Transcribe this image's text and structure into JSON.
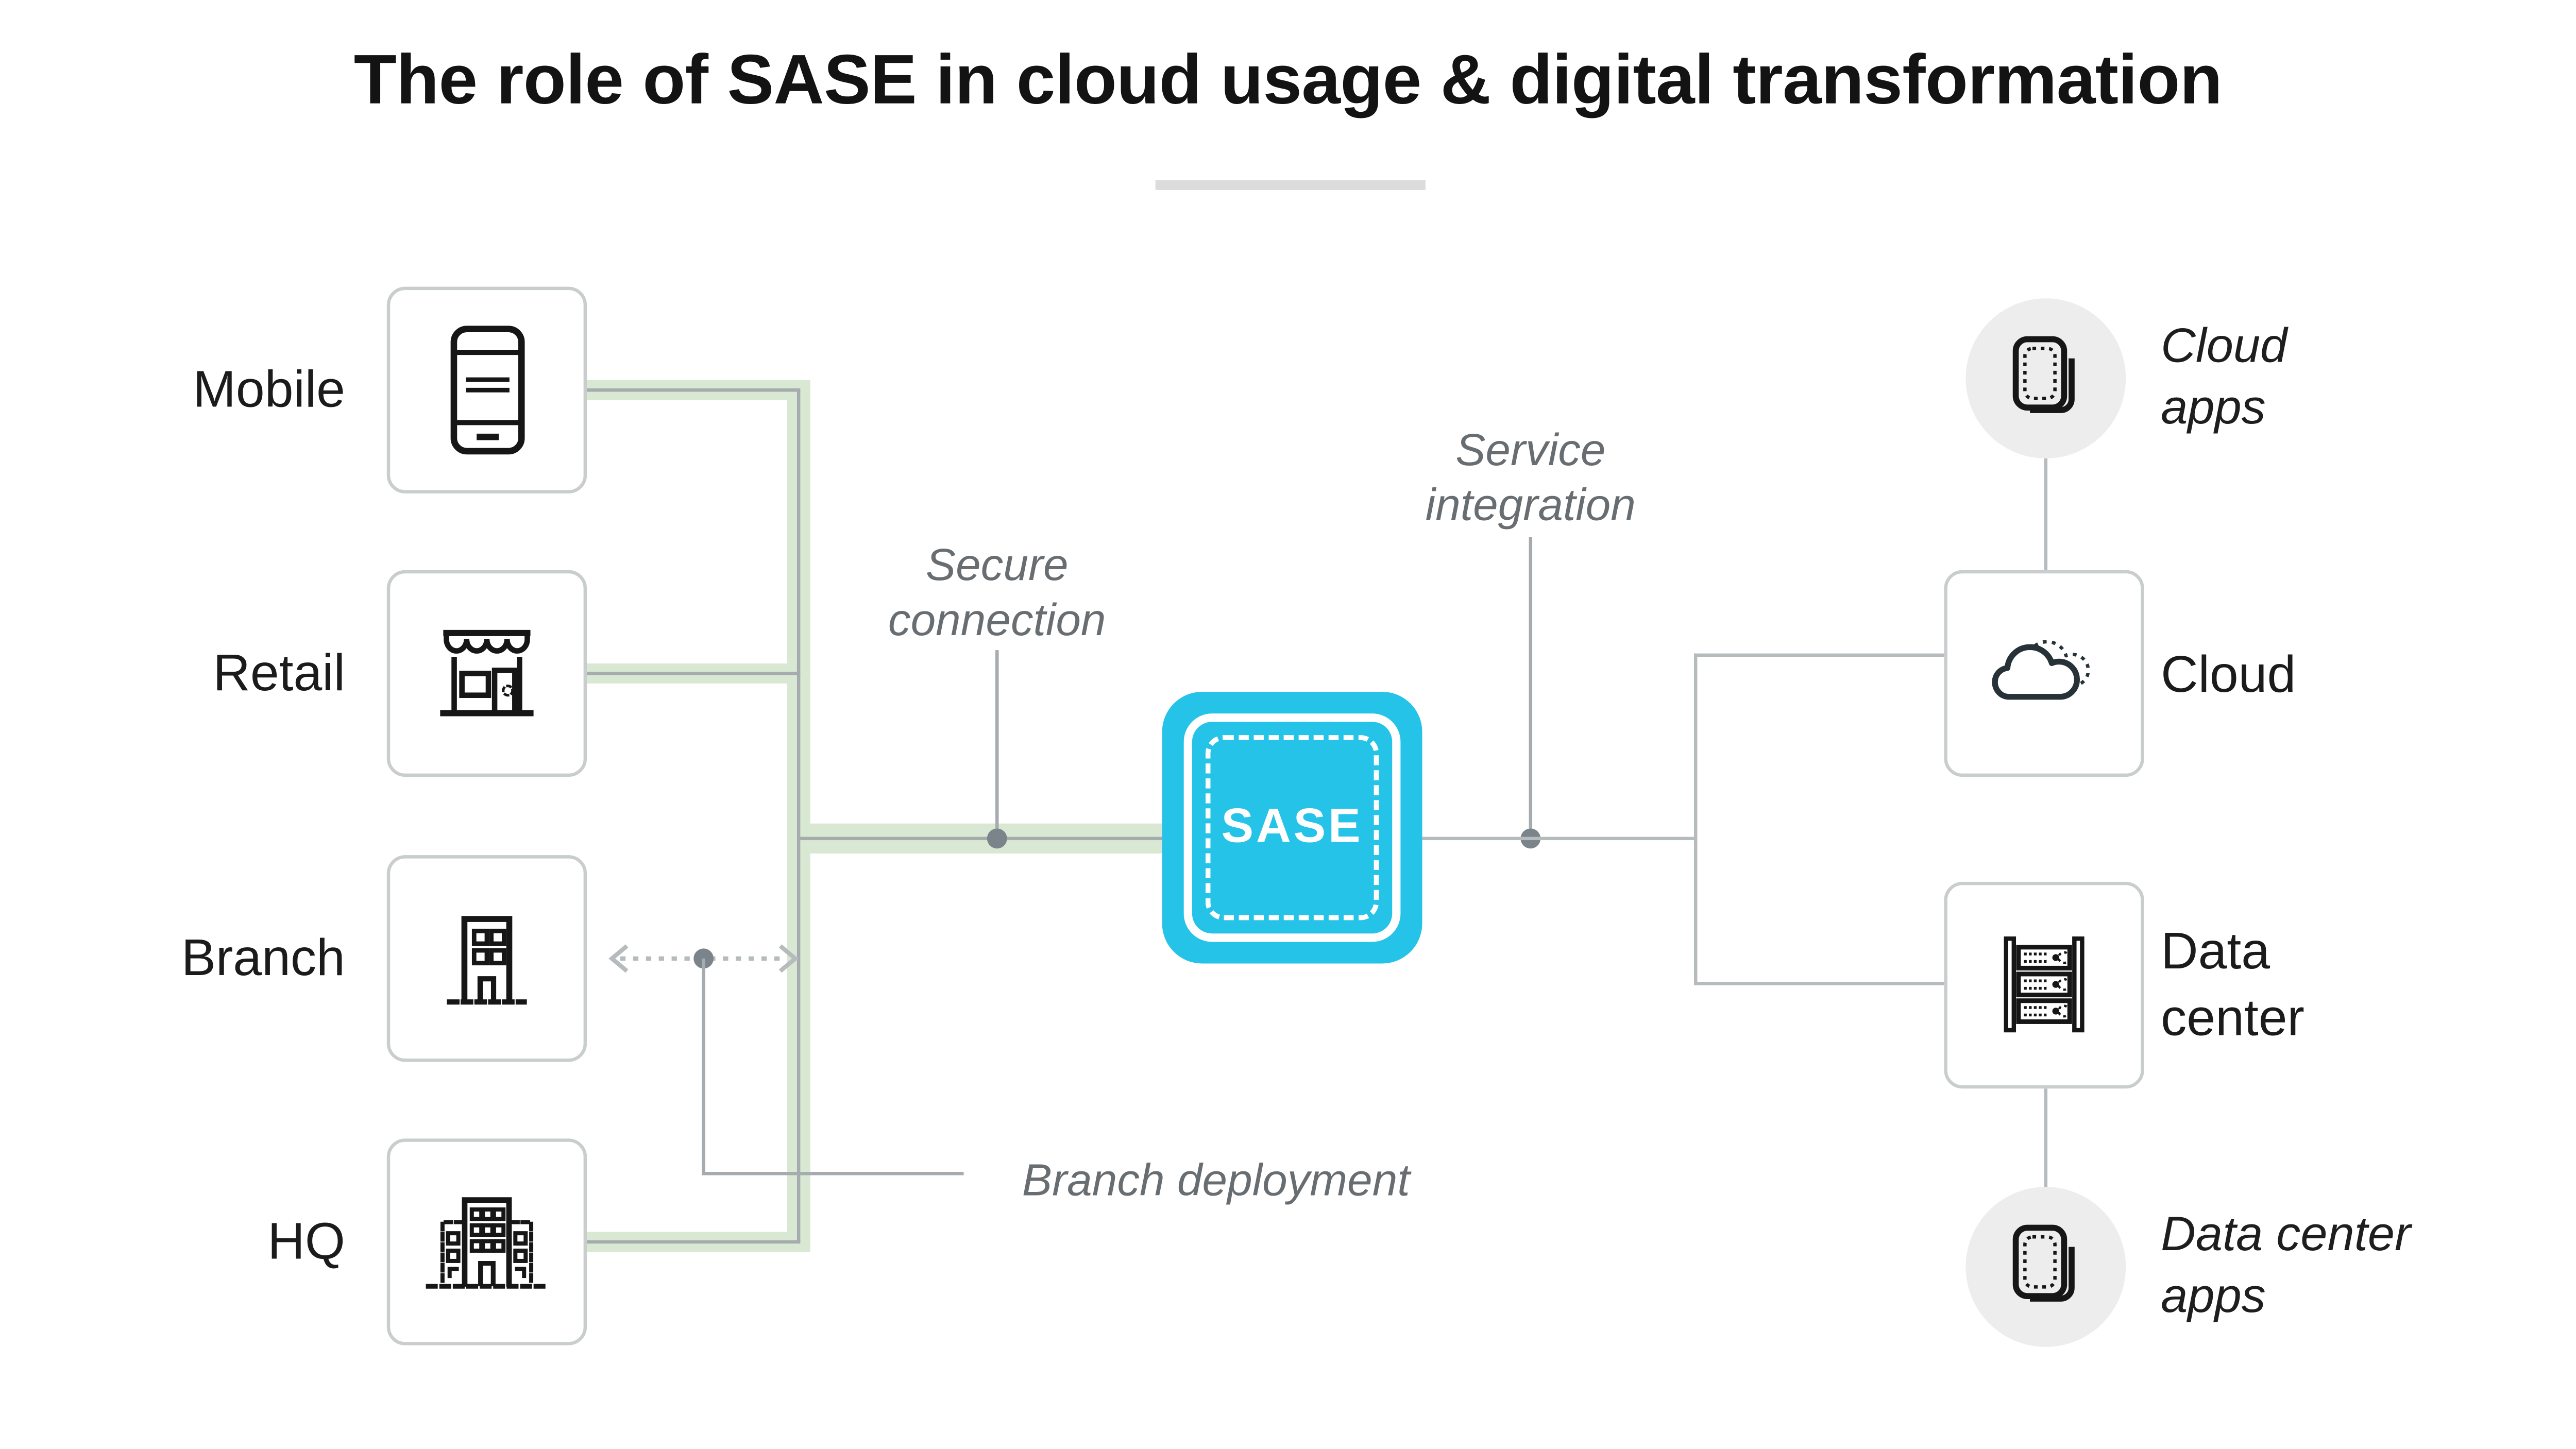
{
  "title": "The role of SASE in cloud usage & digital transformation",
  "hub": {
    "label": "SASE",
    "color": "#25c3e8"
  },
  "sources": [
    {
      "label": "Mobile",
      "icon": "smartphone-icon"
    },
    {
      "label": "Retail",
      "icon": "storefront-icon"
    },
    {
      "label": "Branch",
      "icon": "branch-office-icon"
    },
    {
      "label": "HQ",
      "icon": "hq-building-icon"
    }
  ],
  "destinations": [
    {
      "label": "Cloud",
      "icon": "cloud-icon"
    },
    {
      "label": "Data\ncenter",
      "icon": "server-rack-icon"
    }
  ],
  "apps": [
    {
      "label": "Cloud\napps",
      "icon": "apps-icon"
    },
    {
      "label": "Data center\napps",
      "icon": "apps-icon"
    }
  ],
  "annotations": {
    "secure_connection": "Secure\nconnection",
    "service_integration": "Service\nintegration",
    "branch_deployment": "Branch deployment"
  },
  "colors": {
    "connection_green": "#d9e8d3",
    "hub_cyan": "#25c3e8",
    "thin_line_gray": "#a5abaf",
    "connector_light_gray": "#b6bbbe",
    "dot_gray": "#7b838b",
    "annotation_text_gray": "#686d71",
    "box_border_gray": "#c9cdce",
    "title_underline_gray": "#dcdcdc",
    "circle_fill_gray": "#ededed"
  }
}
